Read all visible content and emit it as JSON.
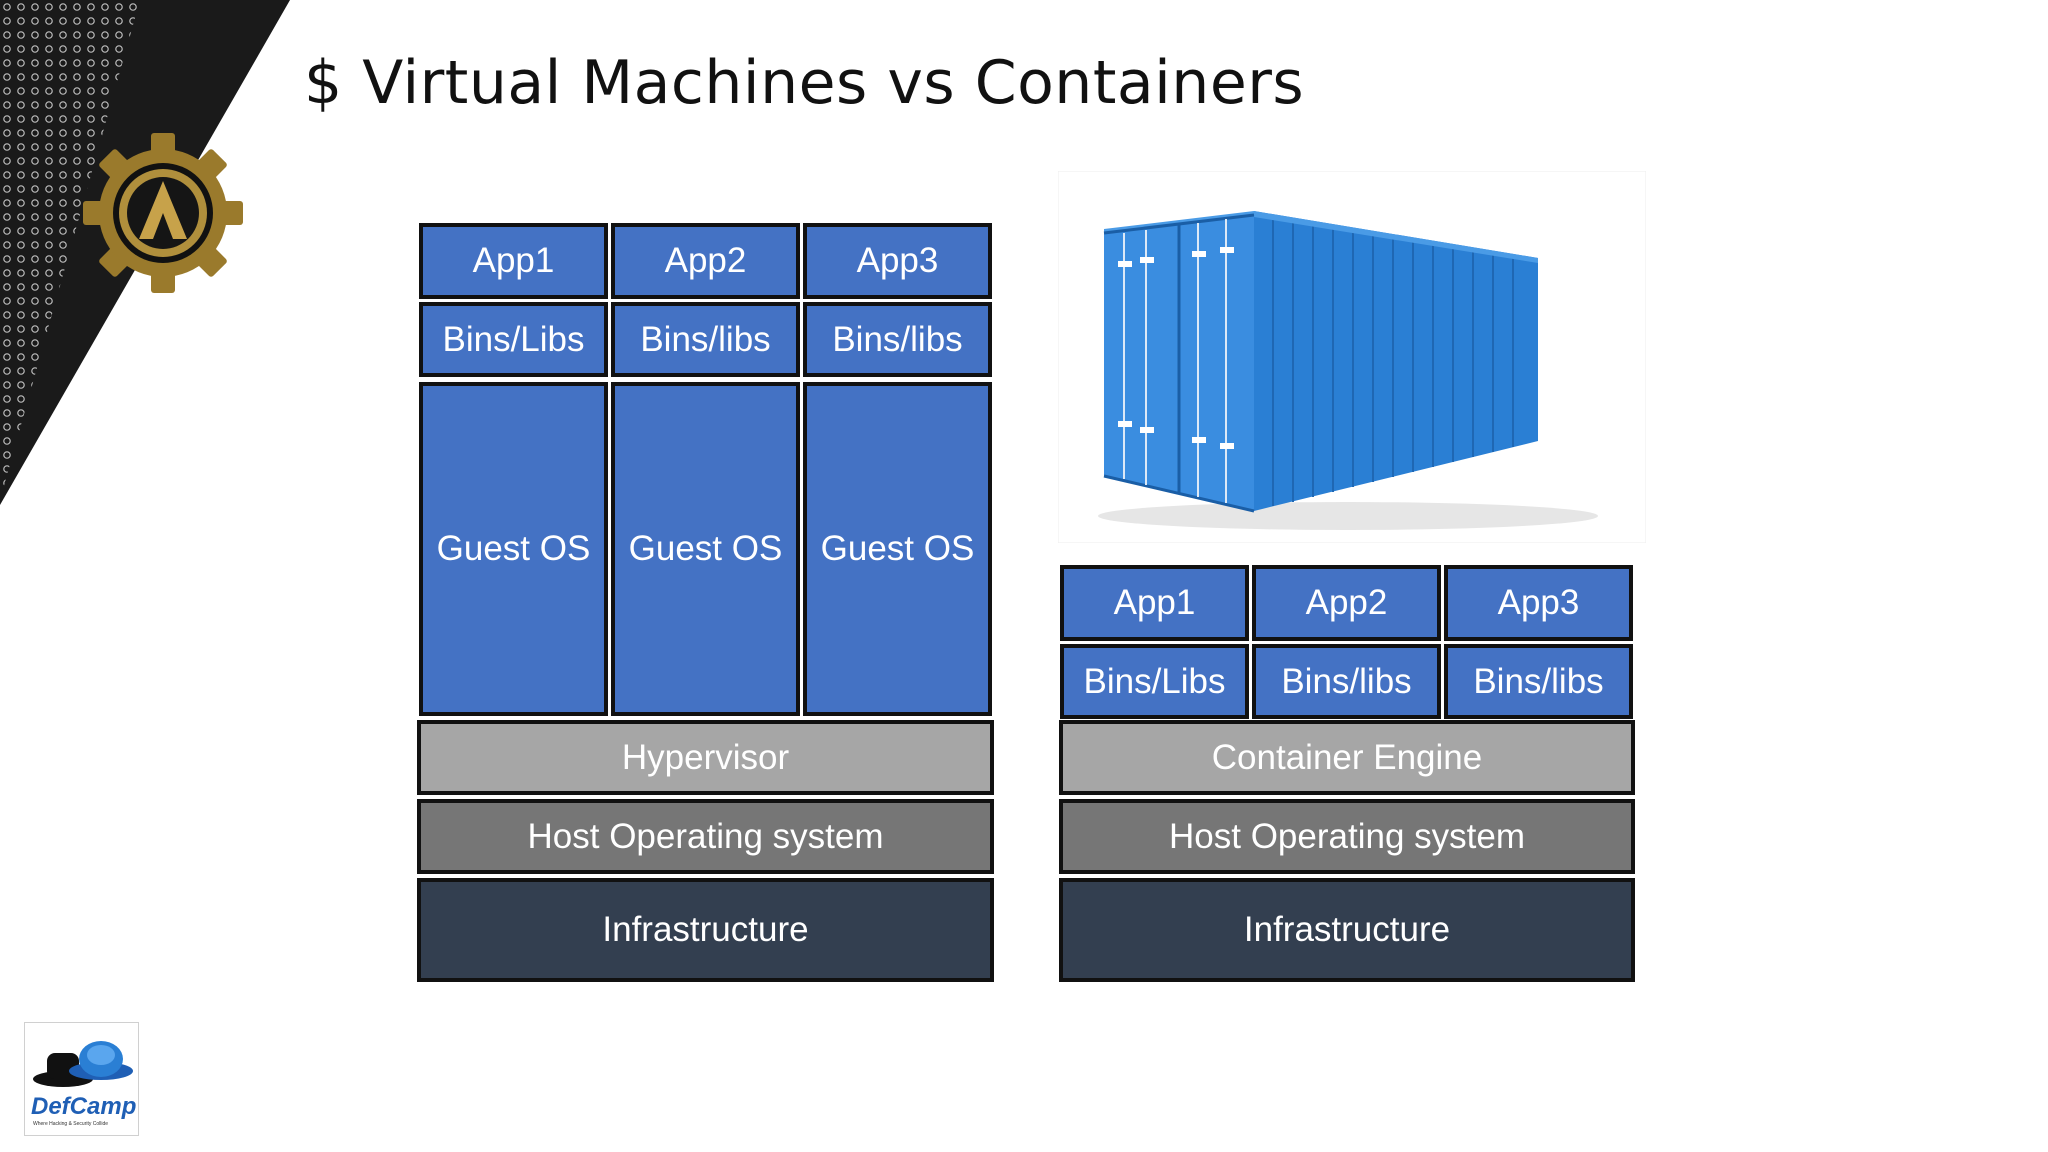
{
  "title": "$ Virtual Machines vs Containers",
  "vm_stack": {
    "apps": [
      "App1",
      "App2",
      "App3"
    ],
    "libs": [
      "Bins/Libs",
      "Bins/libs",
      "Bins/libs"
    ],
    "guest_os": [
      "Guest OS",
      "Guest OS",
      "Guest OS"
    ],
    "hypervisor": "Hypervisor",
    "host_os": "Host Operating system",
    "infrastructure": "Infrastructure"
  },
  "container_stack": {
    "apps": [
      "App1",
      "App2",
      "App3"
    ],
    "libs": [
      "Bins/Libs",
      "Bins/libs",
      "Bins/libs"
    ],
    "engine": "Container Engine",
    "host_os": "Host Operating system",
    "infrastructure": "Infrastructure"
  },
  "footer_logo": {
    "name": "DefCamp",
    "tagline": "Where Hacking & Security Collide"
  },
  "colors": {
    "app_blue": "#4472c4",
    "hypervisor_gray": "#a6a6a6",
    "host_os_gray": "#767676",
    "infrastructure_navy": "#333f50",
    "container_blue": "#2a7fd4",
    "gear_gold": "#b08f3c"
  }
}
